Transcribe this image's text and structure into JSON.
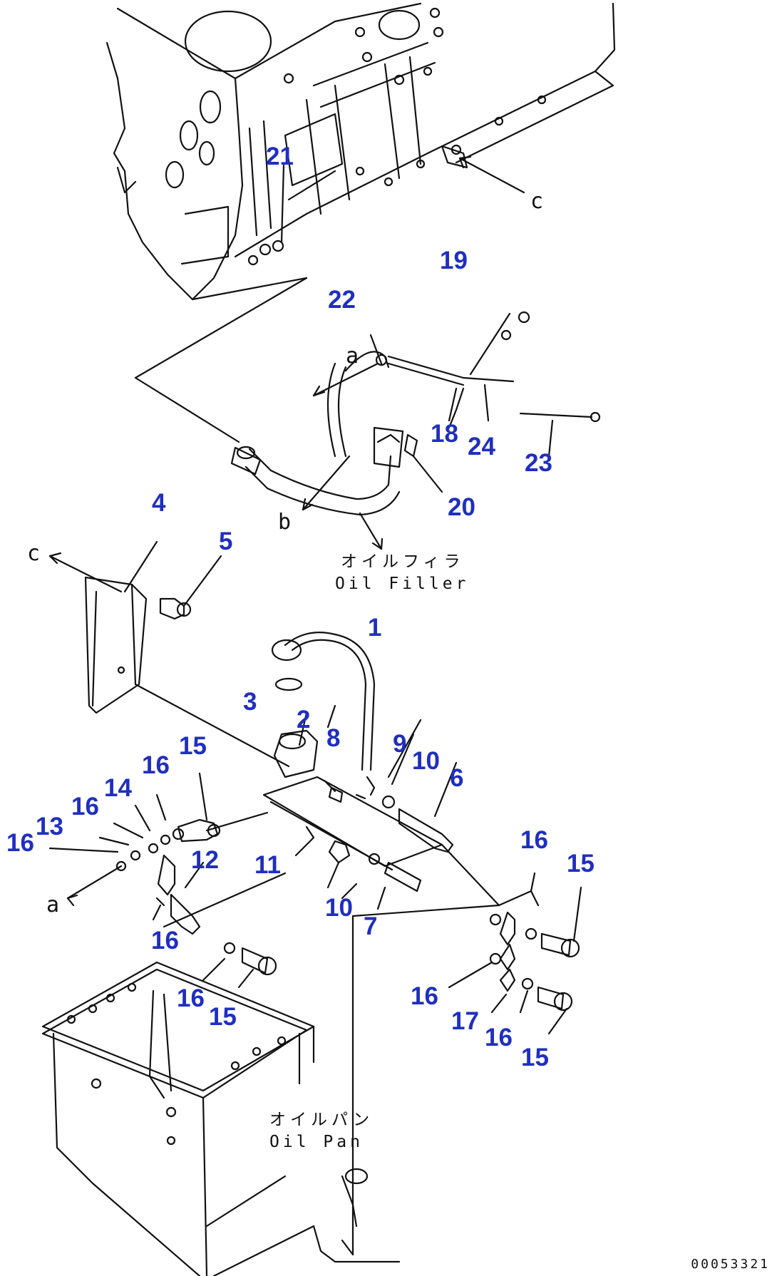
{
  "callouts": [
    {
      "id": "c21",
      "text": "21"
    },
    {
      "id": "c19",
      "text": "19"
    },
    {
      "id": "c22",
      "text": "22"
    },
    {
      "id": "c18",
      "text": "18"
    },
    {
      "id": "c24",
      "text": "24"
    },
    {
      "id": "c23",
      "text": "23"
    },
    {
      "id": "c20",
      "text": "20"
    },
    {
      "id": "c4",
      "text": "4"
    },
    {
      "id": "c5",
      "text": "5"
    },
    {
      "id": "c1",
      "text": "1"
    },
    {
      "id": "c3",
      "text": "3"
    },
    {
      "id": "c2",
      "text": "2"
    },
    {
      "id": "c8",
      "text": "8"
    },
    {
      "id": "c9",
      "text": "9"
    },
    {
      "id": "c10a",
      "text": "10"
    },
    {
      "id": "c6",
      "text": "6"
    },
    {
      "id": "c15a",
      "text": "15"
    },
    {
      "id": "c16a",
      "text": "16"
    },
    {
      "id": "c14",
      "text": "14"
    },
    {
      "id": "c16b",
      "text": "16"
    },
    {
      "id": "c13",
      "text": "13"
    },
    {
      "id": "c16c",
      "text": "16"
    },
    {
      "id": "c12",
      "text": "12"
    },
    {
      "id": "c11",
      "text": "11"
    },
    {
      "id": "c10b",
      "text": "10"
    },
    {
      "id": "c7",
      "text": "7"
    },
    {
      "id": "c16d",
      "text": "16"
    },
    {
      "id": "c15b",
      "text": "15"
    },
    {
      "id": "c16e",
      "text": "16"
    },
    {
      "id": "c16f",
      "text": "16"
    },
    {
      "id": "c15c",
      "text": "15"
    },
    {
      "id": "c16g",
      "text": "16"
    },
    {
      "id": "c17",
      "text": "17"
    },
    {
      "id": "c16h",
      "text": "16"
    },
    {
      "id": "c15d",
      "text": "15"
    }
  ],
  "labels": {
    "oil_filler_jp": "オイルフィラ",
    "oil_filler_en": "Oil Filler",
    "oil_pan_jp": "オイルパン",
    "oil_pan_en": "Oil Pan"
  },
  "refs": {
    "a_top": "a",
    "b": "b",
    "c_left": "c",
    "a_left": "a",
    "c_right": "c"
  },
  "drawing_code": "00053321",
  "colors": {
    "callout": "#1f2fbf",
    "line": "#111111"
  }
}
